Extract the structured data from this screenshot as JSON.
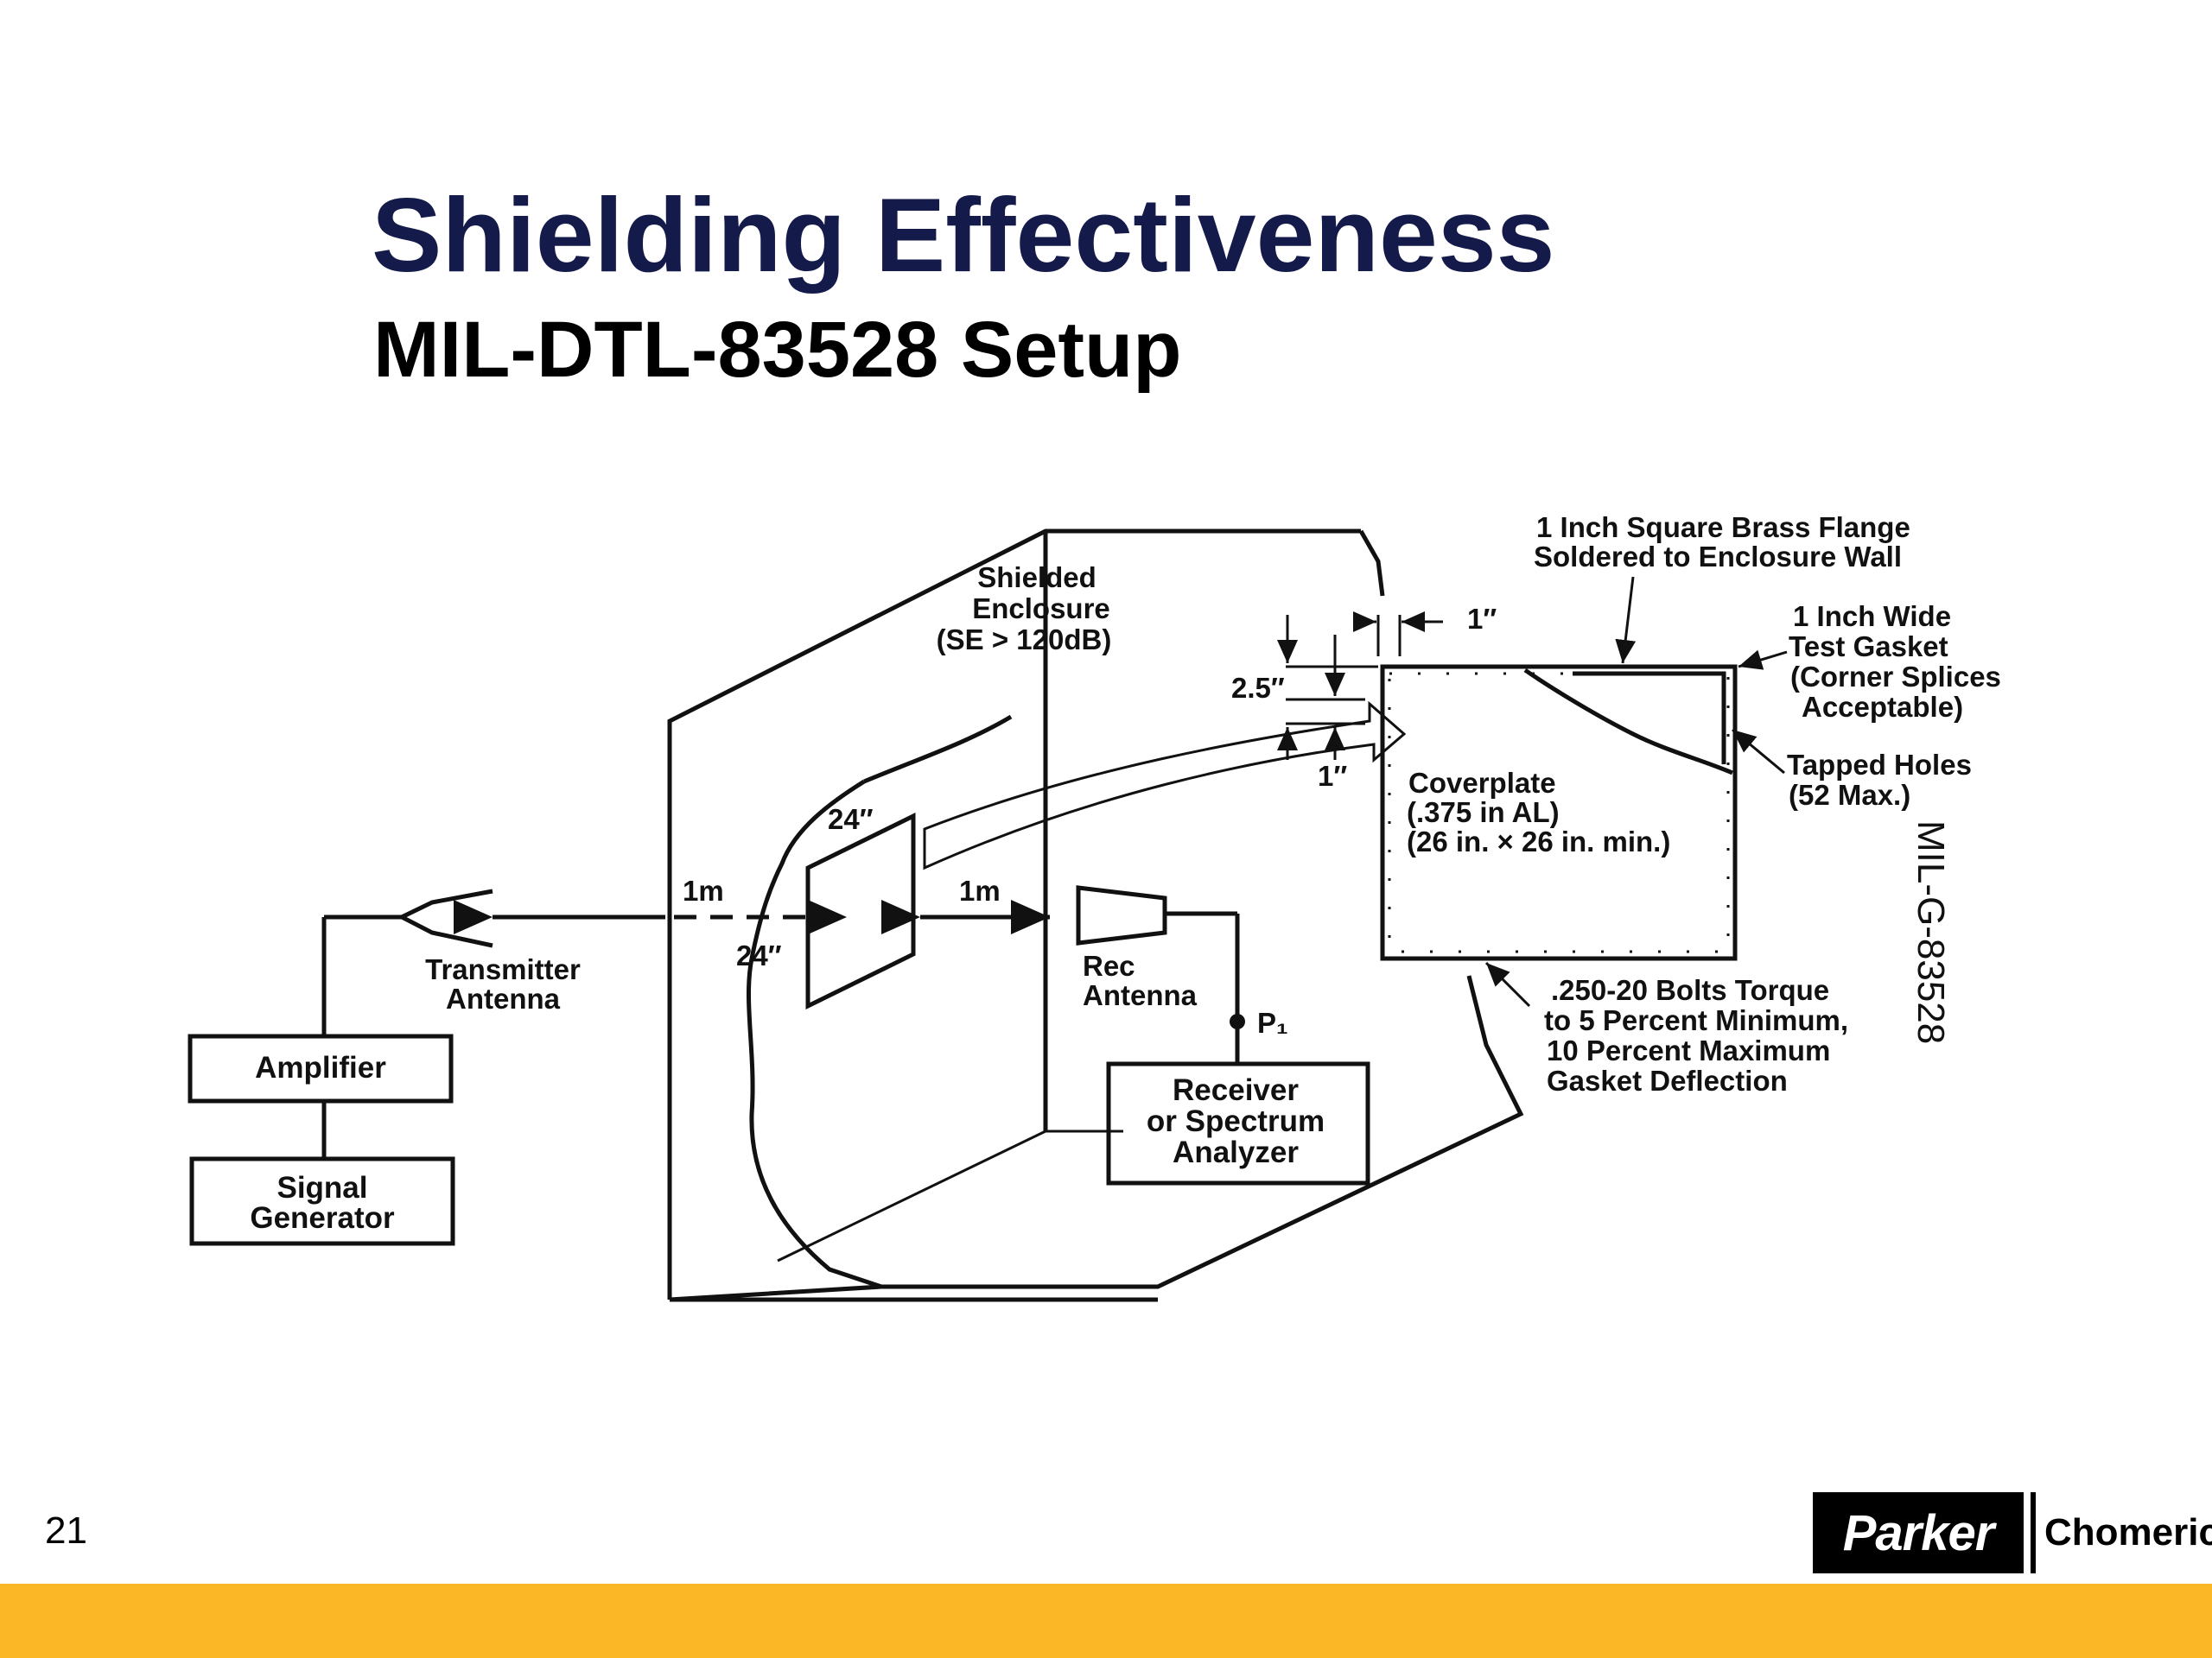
{
  "slide": {
    "title": "Shielding Effectiveness",
    "subtitle": "MIL-DTL-83528 Setup",
    "page_number": "21"
  },
  "logo": {
    "brand": "Parker",
    "division": "Chomerics"
  },
  "diagram": {
    "enclosure_label": [
      "Shielded",
      "Enclosure",
      "(SE > 120dB)"
    ],
    "aperture_width": "24″",
    "aperture_height": "24″",
    "distance_tx": "1m",
    "distance_rx": "1m",
    "transmitter_antenna": [
      "Transmitter",
      "Antenna"
    ],
    "rec_antenna": [
      "Rec",
      "Antenna"
    ],
    "amplifier": "Amplifier",
    "signal_generator": [
      "Signal",
      "Generator"
    ],
    "receiver": [
      "Receiver",
      "or Spectrum",
      "Analyzer"
    ],
    "probe_point": "P₁",
    "dim_1in_top": "1″",
    "dim_25in": "2.5″",
    "dim_1in_side": "1″",
    "flange_label": [
      "1 Inch Square Brass Flange",
      "Soldered to Enclosure Wall"
    ],
    "gasket_label": [
      "1 Inch Wide",
      "Test Gasket",
      "(Corner Splices",
      "Acceptable)"
    ],
    "tapped_holes_label": [
      "Tapped Holes",
      "(52 Max.)"
    ],
    "coverplate_label": [
      "Coverplate",
      "(.375 in AL)",
      "(26 in. × 26 in. min.)"
    ],
    "bolts_label": [
      ".250-20 Bolts Torque",
      "to 5 Percent Minimum,",
      "10 Percent Maximum",
      "Gasket Deflection"
    ],
    "standard": "MIL-G-83528"
  }
}
